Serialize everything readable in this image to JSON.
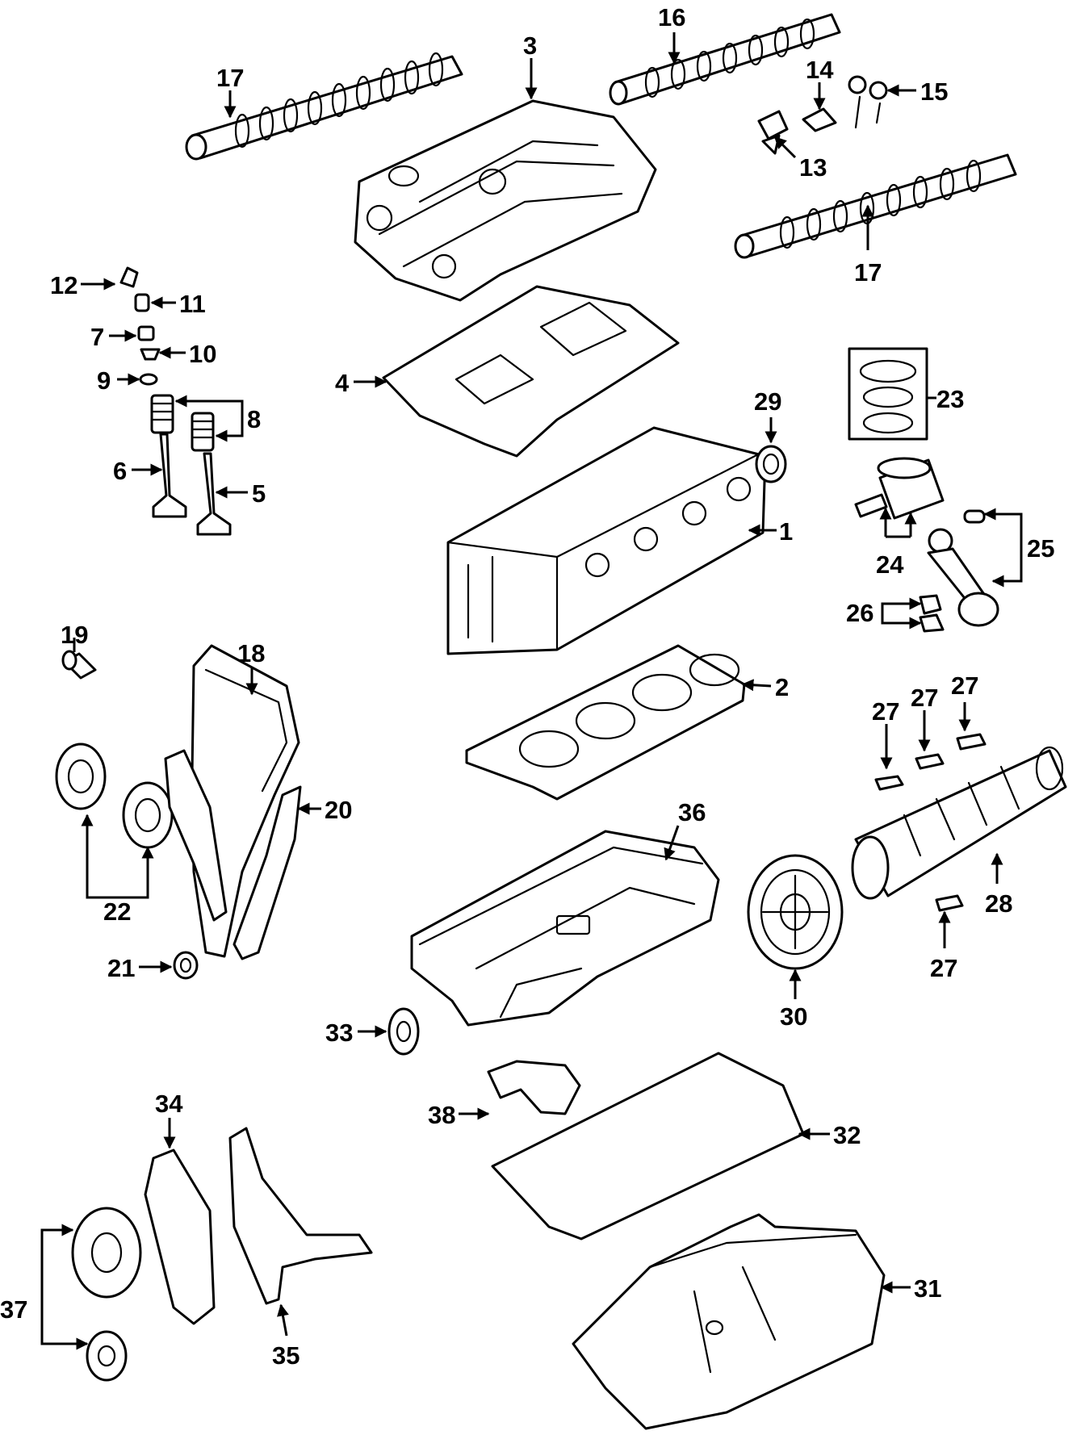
{
  "labels": {
    "l1": "1",
    "l2": "2",
    "l3": "3",
    "l4": "4",
    "l5": "5",
    "l6": "6",
    "l7": "7",
    "l8": "8",
    "l9": "9",
    "l10": "10",
    "l11": "11",
    "l12": "12",
    "l13": "13",
    "l14": "14",
    "l15": "15",
    "l16": "16",
    "l17a": "17",
    "l17b": "17",
    "l18": "18",
    "l19": "19",
    "l20": "20",
    "l21": "21",
    "l22": "22",
    "l23": "23",
    "l24": "24",
    "l25": "25",
    "l26": "26",
    "l27a": "27",
    "l27b": "27",
    "l27c": "27",
    "l27d": "27",
    "l28": "28",
    "l29": "29",
    "l30": "30",
    "l31": "31",
    "l32": "32",
    "l33": "33",
    "l34": "34",
    "l35": "35",
    "l36": "36",
    "l37": "37",
    "l38": "38"
  }
}
